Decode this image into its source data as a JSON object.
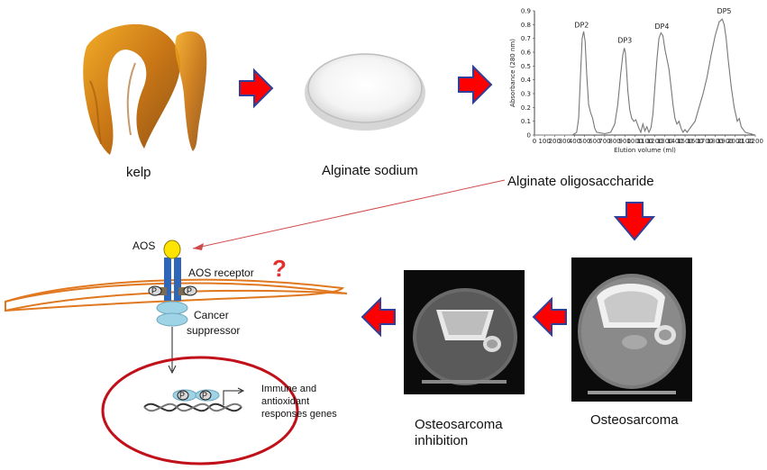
{
  "labels": {
    "kelp": "kelp",
    "alginate_sodium": "Alginate sodium",
    "alginate_oligosaccharide": "Alginate oligosaccharide",
    "osteosarcoma": "Osteosarcoma",
    "osteosarcoma_inhibition_1": "Osteosarcoma",
    "osteosarcoma_inhibition_2": "inhibition",
    "aos": "AOS",
    "aos_receptor": "AOS receptor",
    "question_mark": "?",
    "cancer_suppressor_1": "Cancer",
    "cancer_suppressor_2": "suppressor",
    "genes_1": "Immune  and",
    "genes_2": "antioxidant",
    "genes_3": "responses genes",
    "phospho": "P"
  },
  "colors": {
    "arrow_red": "#ff0000",
    "arrow_blue": "#2f3f9a",
    "membrane": "#e07820",
    "ellipse": "#c0101a",
    "receptor_blue": "#2f66b8",
    "suppressor_blue": "#9fd3e6",
    "ligand_yellow": "#ffe400",
    "annotation_line": "#d04a4a"
  },
  "chart_data": {
    "type": "line",
    "title": "",
    "xlabel": "Elution volume (ml)",
    "ylabel": "Absorbance (280 nm)",
    "xlim": [
      0,
      2200
    ],
    "ylim": [
      0,
      0.9
    ],
    "xticks": [
      "0",
      "100",
      "200",
      "300",
      "400",
      "500",
      "600",
      "700",
      "800",
      "900",
      "1000",
      "1100",
      "1200",
      "1300",
      "1400",
      "1500",
      "1600",
      "1700",
      "1800",
      "1900",
      "2000",
      "2100",
      "2200"
    ],
    "yticks": [
      "0",
      "0.1",
      "0.2",
      "0.3",
      "0.4",
      "0.5",
      "0.6",
      "0.7",
      "0.8",
      "0.9"
    ],
    "series": [
      {
        "x": [
          0,
          380,
          420,
          440,
          460,
          475,
          490,
          505,
          520,
          540,
          560,
          580,
          600,
          620,
          700,
          760,
          800,
          830,
          860,
          880,
          895,
          905,
          915,
          930,
          950,
          970,
          990,
          1010,
          1040,
          1060,
          1080,
          1100,
          1120,
          1140,
          1160,
          1180,
          1200,
          1220,
          1240,
          1260,
          1280,
          1300,
          1320,
          1340,
          1360,
          1380,
          1400,
          1420,
          1440,
          1460,
          1480,
          1500,
          1520,
          1560,
          1600,
          1640,
          1680,
          1720,
          1760,
          1800,
          1840,
          1870,
          1890,
          1910,
          1930,
          1960,
          1990,
          2020,
          2040,
          2060,
          2080,
          2100,
          2150,
          2200
        ],
        "y": [
          0,
          0,
          0.02,
          0.12,
          0.45,
          0.7,
          0.75,
          0.68,
          0.45,
          0.22,
          0.16,
          0.12,
          0.05,
          0.02,
          0.01,
          0.02,
          0.08,
          0.22,
          0.45,
          0.58,
          0.63,
          0.6,
          0.5,
          0.32,
          0.18,
          0.12,
          0.1,
          0.11,
          0.05,
          0.02,
          0.08,
          0.03,
          0.06,
          0.02,
          0.05,
          0.15,
          0.35,
          0.55,
          0.7,
          0.74,
          0.72,
          0.62,
          0.55,
          0.48,
          0.35,
          0.22,
          0.12,
          0.08,
          0.1,
          0.05,
          0.02,
          0.04,
          0.02,
          0.06,
          0.1,
          0.2,
          0.3,
          0.42,
          0.58,
          0.72,
          0.82,
          0.84,
          0.8,
          0.7,
          0.55,
          0.35,
          0.2,
          0.1,
          0.12,
          0.06,
          0.04,
          0.02,
          0.01,
          0
        ]
      }
    ],
    "peak_labels": [
      {
        "text": "DP2",
        "x": 470,
        "y": 0.78
      },
      {
        "text": "DP3",
        "x": 900,
        "y": 0.67
      },
      {
        "text": "DP4",
        "x": 1270,
        "y": 0.77
      },
      {
        "text": "DP5",
        "x": 1890,
        "y": 0.88
      }
    ]
  }
}
